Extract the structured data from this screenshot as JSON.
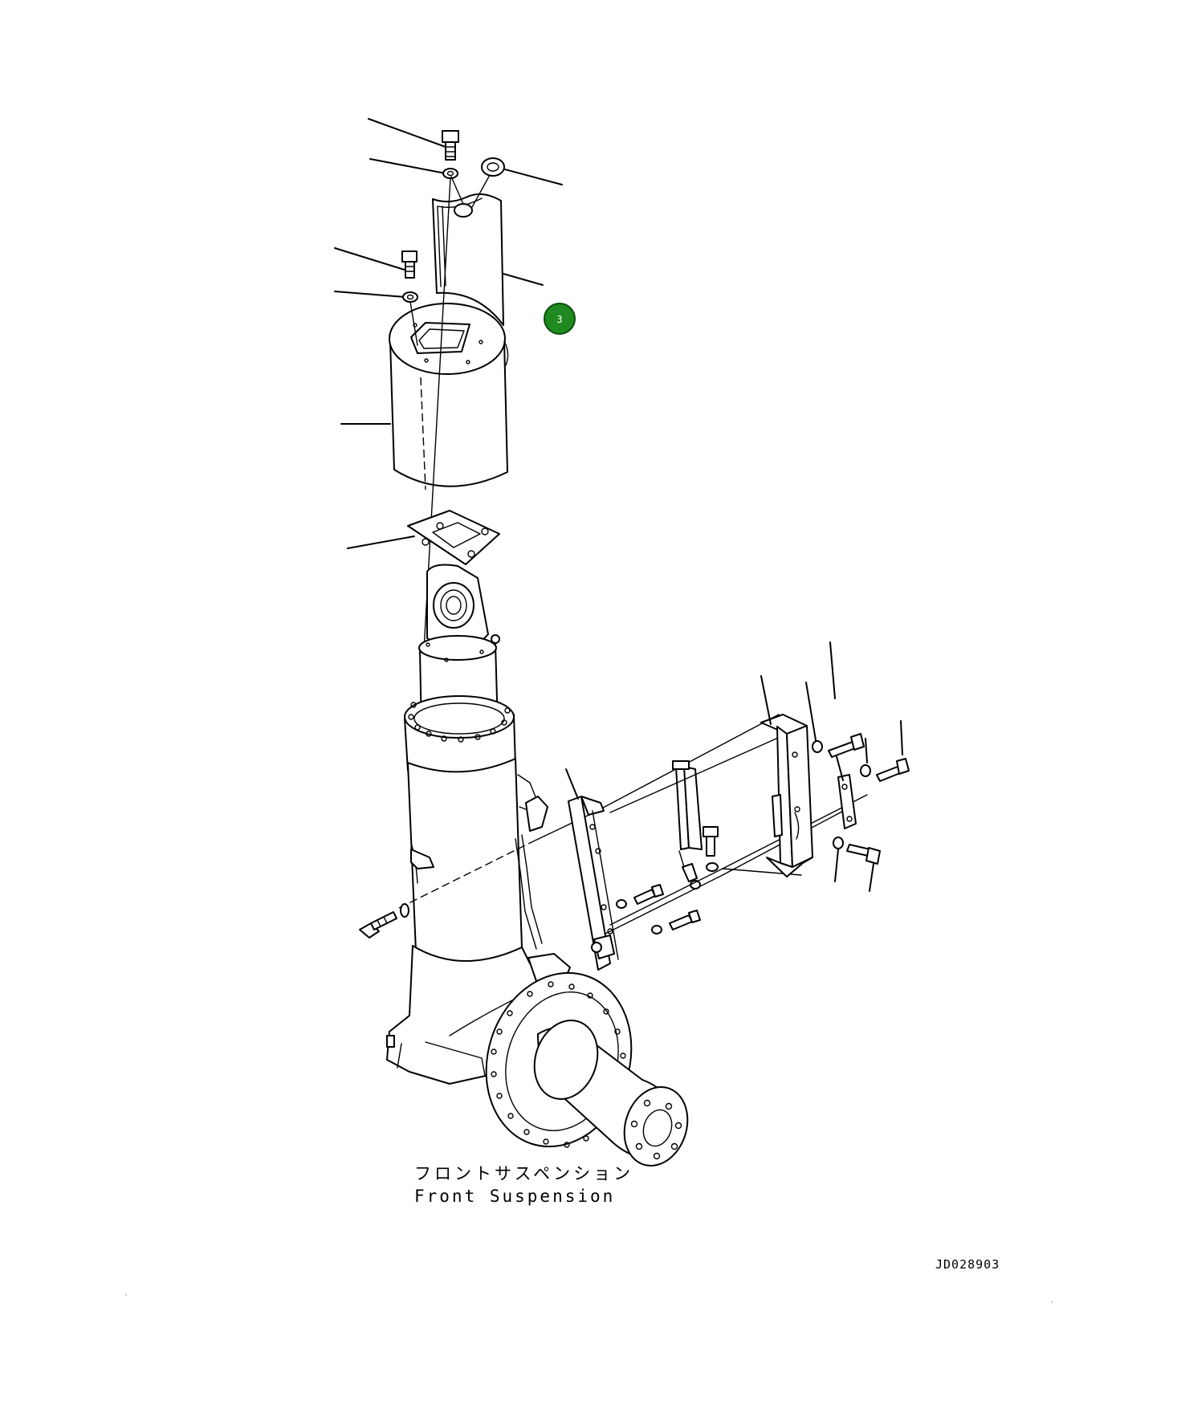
{
  "diagram": {
    "caption_jp": "フロントサスペンション",
    "caption_en": "Front Suspension",
    "drawing_code": "JD028903"
  },
  "callouts": [
    {
      "number": "3",
      "color": "#1f8a1f"
    }
  ],
  "colors": {
    "line": "#000000",
    "background": "#ffffff",
    "callout_fill": "#1f8a1f",
    "callout_stroke": "#0b4d0b"
  }
}
